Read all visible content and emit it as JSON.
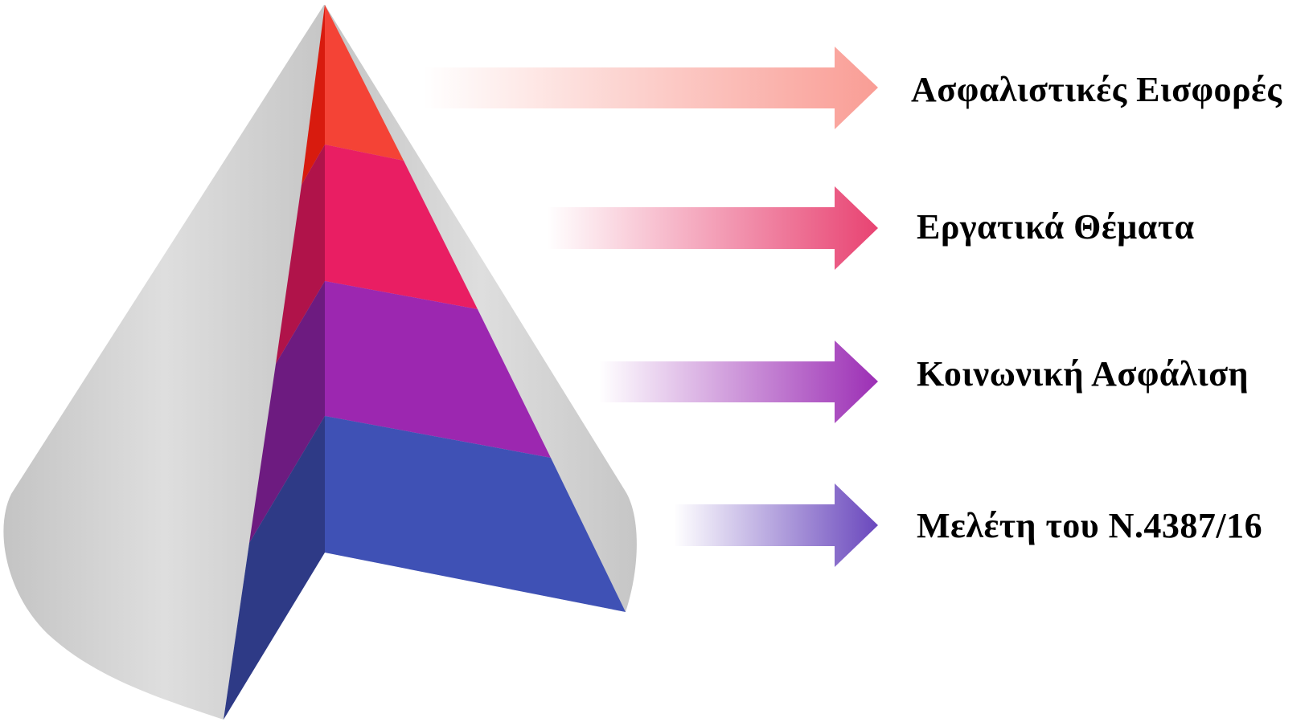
{
  "diagram": {
    "layers": [
      {
        "label": "Ασφαλιστικές Εισφορές",
        "color": "#f44336",
        "side_color": "#d81b0e",
        "arrow_color": "#f99d95"
      },
      {
        "label": "Εργατικά Θέματα",
        "color": "#e91e63",
        "side_color": "#b0134a",
        "arrow_color": "#e84372"
      },
      {
        "label": "Κοινωνική Ασφάλιση",
        "color": "#9c27b0",
        "side_color": "#6d1b80",
        "arrow_color": "#9c2fb5"
      },
      {
        "label": "Μελέτη του Ν.4387/16",
        "color": "#3f51b5",
        "side_color": "#2e3a86",
        "arrow_color": "#6a48bd"
      }
    ],
    "cone_color": "#cccccc"
  }
}
